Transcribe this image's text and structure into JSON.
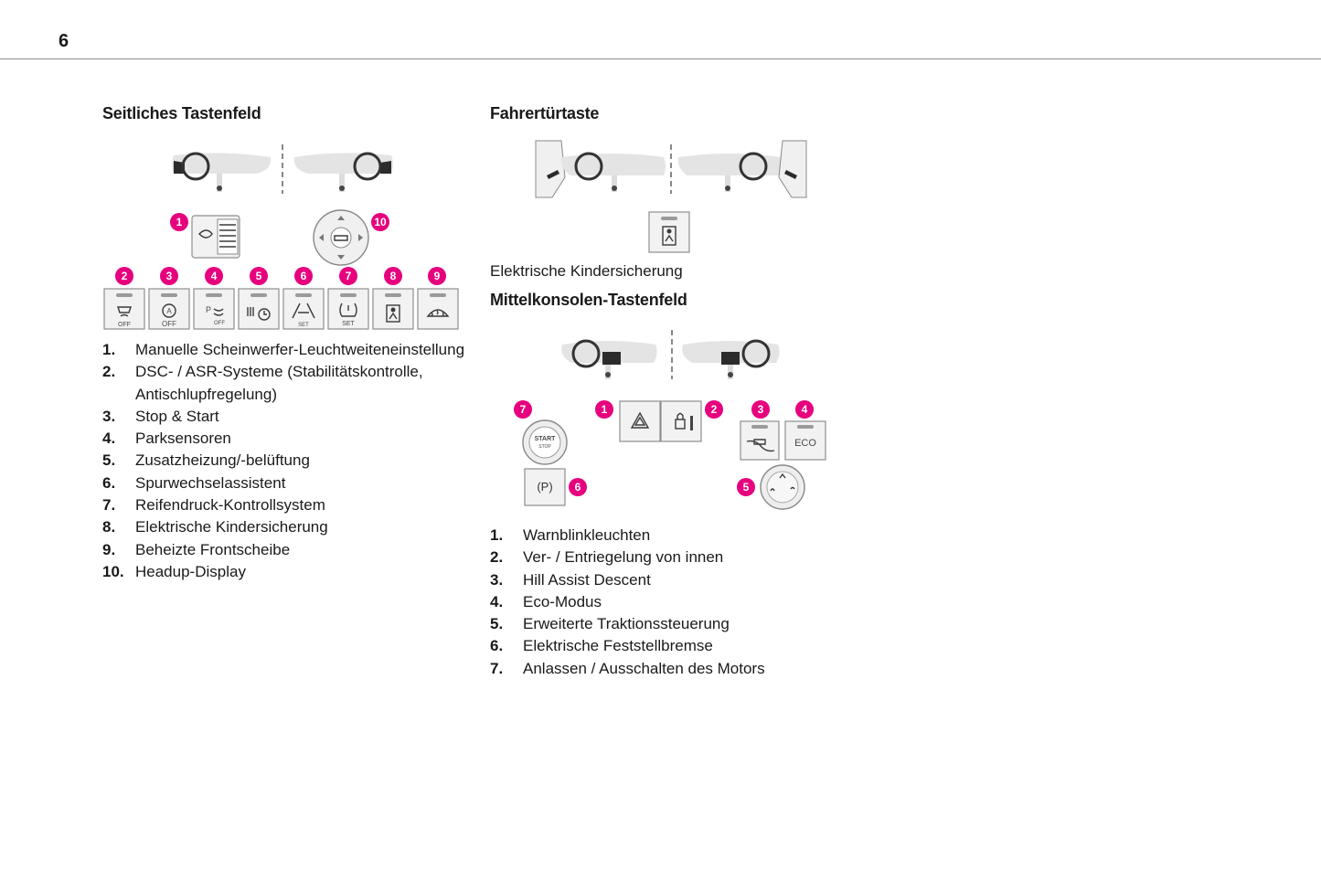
{
  "page": {
    "number": "6"
  },
  "left": {
    "heading": "Seitliches Tastenfeld",
    "badges": [
      "1",
      "2",
      "3",
      "4",
      "5",
      "6",
      "7",
      "8",
      "9",
      "10"
    ],
    "items": [
      {
        "num": "1.",
        "text": "Manuelle Scheinwerfer-Leuchtweiteneinstellung"
      },
      {
        "num": "2.",
        "text": "DSC- / ASR-Systeme (Stabilitätskontrolle, Antischlupfregelung)"
      },
      {
        "num": "3.",
        "text": "Stop & Start"
      },
      {
        "num": "4.",
        "text": "Parksensoren"
      },
      {
        "num": "5.",
        "text": "Zusatzheizung/-belüftung"
      },
      {
        "num": "6.",
        "text": "Spurwechselassistent"
      },
      {
        "num": "7.",
        "text": "Reifendruck-Kontrollsystem"
      },
      {
        "num": "8.",
        "text": "Elektrische Kindersicherung"
      },
      {
        "num": "9.",
        "text": "Beheizte Frontscheibe"
      },
      {
        "num": "10.",
        "text": "Headup-Display"
      }
    ],
    "button_labels": [
      "OFF",
      "OFF",
      "OFF",
      "SET"
    ]
  },
  "right_top": {
    "heading": "Fahrertürtaste",
    "caption": "Elektrische Kindersicherung"
  },
  "right_bottom": {
    "heading": "Mittelkonsolen-Tastenfeld",
    "badges": [
      "1",
      "2",
      "3",
      "4",
      "5",
      "6",
      "7"
    ],
    "button_labels": {
      "eco": "ECO",
      "start": "START",
      "stop": "STOP",
      "park": "(P)"
    },
    "items": [
      {
        "num": "1.",
        "text": "Warnblinkleuchten"
      },
      {
        "num": "2.",
        "text": "Ver- / Entriegelung von innen"
      },
      {
        "num": "3.",
        "text": "Hill Assist Descent"
      },
      {
        "num": "4.",
        "text": "Eco-Modus"
      },
      {
        "num": "5.",
        "text": "Erweiterte Traktionssteuerung"
      },
      {
        "num": "6.",
        "text": "Elektrische Feststellbremse"
      },
      {
        "num": "7.",
        "text": "Anlassen / Ausschalten des Motors"
      }
    ]
  },
  "colors": {
    "badge": "#e6007e",
    "rule": "#8a8a8a"
  },
  "icons": [
    "steering-wheel-icon",
    "door-icon",
    "child-lock-icon",
    "hazard-icon",
    "lock-icon",
    "hill-descent-icon",
    "traction-icon",
    "parking-brake-icon",
    "start-stop-icon",
    "headlight-icon",
    "hud-icon",
    "dsc-icon",
    "stop-start-icon",
    "park-sensor-icon",
    "heater-icon",
    "lane-assist-icon",
    "tire-pressure-icon",
    "defrost-icon"
  ]
}
